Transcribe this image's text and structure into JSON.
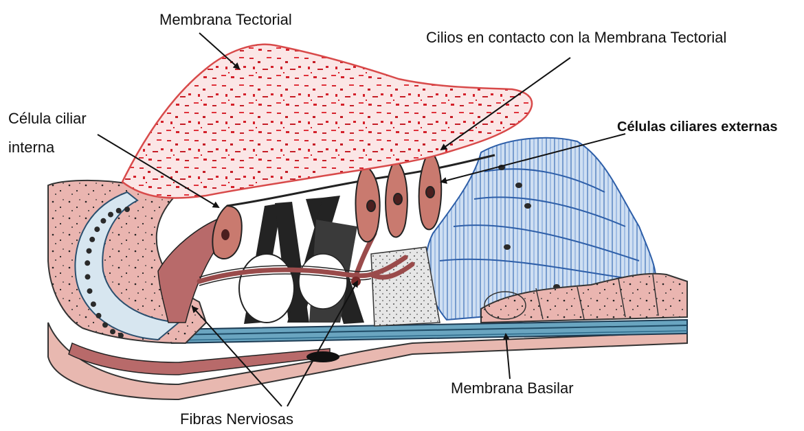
{
  "labels": {
    "tectorial_membrane": "Membrana Tectorial",
    "cilia_contact": "Cilios en contacto con la Membrana Tectorial",
    "outer_hair_cells": "Células ciliares externas",
    "inner_hair_cell_line1": "Célula ciliar",
    "inner_hair_cell_line2": "interna",
    "basilar_membrane": "Membrana Basilar",
    "nerve_fibers": "Fibras Nerviosas"
  },
  "colors": {
    "tectorial_fill": "#f7dede",
    "tectorial_speckle": "#d4202a",
    "tectorial_outline": "#d84a4a",
    "pink_tissue": "#eab5b0",
    "dark_red_tissue": "#b86a6a",
    "hair_cell": "#c97a6f",
    "blue_cells": "#b9d0ec",
    "blue_lines": "#3c6fb6",
    "basilar_blue": "#3a78a0",
    "pillar_black": "#222222",
    "arrow": "#111111"
  }
}
